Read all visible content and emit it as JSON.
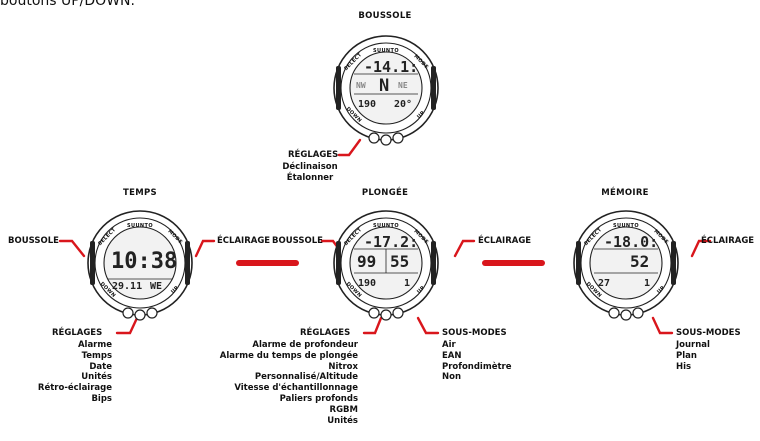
{
  "intro_text": "boutons UP/DOWN.",
  "colors": {
    "accent": "#d9161c",
    "ink": "#111111",
    "lcd": "#f2f2f2"
  },
  "compass": {
    "title": "BOUSSOLE",
    "brand": "SUUNTO",
    "buttons": {
      "select": "SELECT",
      "mode": "MODE",
      "down": "DOWN",
      "up": "UP"
    },
    "display": {
      "top": "-14.1:",
      "mid_left": "NW",
      "mid_center": "N",
      "mid_right": "NE",
      "bottom_left": "190",
      "bottom_right": "20°"
    },
    "settings_label": "RÉGLAGES",
    "settings_items": [
      "Déclinaison",
      "Étalonner"
    ]
  },
  "time": {
    "title": "TEMPS",
    "brand": "SUUNTO",
    "buttons": {
      "select": "SELECT",
      "mode": "MODE",
      "down": "DOWN",
      "up": "UP"
    },
    "display": {
      "main": "10:38",
      "date": "29.11",
      "day": "WE"
    },
    "left_label": "BOUSSOLE",
    "right_label": "ÉCLAIRAGE",
    "settings_label": "RÉGLAGES",
    "settings_items": [
      "Alarme",
      "Temps",
      "Date",
      "Unités",
      "Rétro-éclairage",
      "Bips"
    ]
  },
  "dive": {
    "title": "PLONGÉE",
    "brand": "SUUNTO",
    "buttons": {
      "select": "SELECT",
      "mode": "MODE",
      "down": "DOWN",
      "up": "UP"
    },
    "display": {
      "top": "-17.2:",
      "mid_left": "99",
      "mid_right": "55",
      "bottom_left": "190",
      "bottom_right": "1"
    },
    "left_label": "BOUSSOLE",
    "right_label": "ÉCLAIRAGE",
    "settings_label": "RÉGLAGES",
    "settings_items": [
      "Alarme de profondeur",
      "Alarme du temps de plongée",
      "Nitrox",
      "Personnalisé/Altitude",
      "Vitesse d'échantillonnage",
      "Paliers profonds",
      "RGBM",
      "Unités"
    ],
    "submodes_label": "SOUS-MODES",
    "submodes_items": [
      "Air",
      "EAN",
      "Profondimètre",
      "Non"
    ]
  },
  "memory": {
    "title": "MÉMOIRE",
    "brand": "SUUNTO",
    "buttons": {
      "select": "SELECT",
      "mode": "MODE",
      "down": "DOWN",
      "up": "UP"
    },
    "display": {
      "top": "-18.0:",
      "mid_right": "52",
      "bottom_left": "27",
      "bottom_right": "1"
    },
    "right_label": "ÉCLAIRAGE",
    "submodes_label": "SOUS-MODES",
    "submodes_items": [
      "Journal",
      "Plan",
      "His"
    ]
  }
}
